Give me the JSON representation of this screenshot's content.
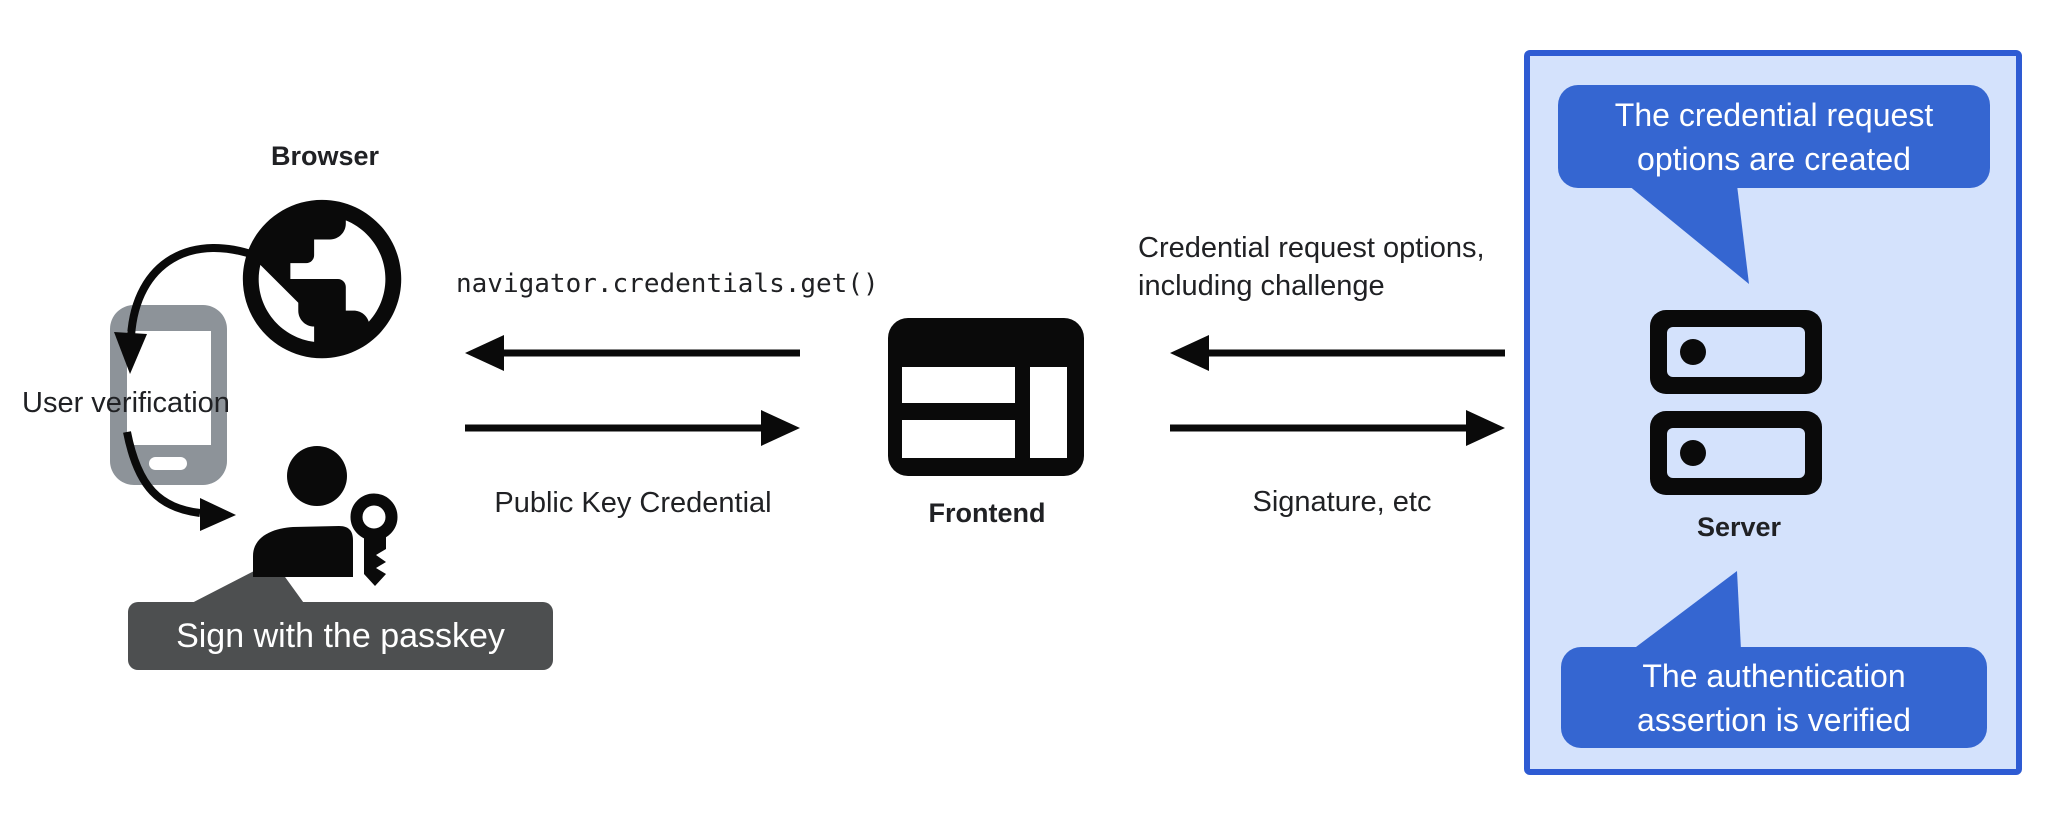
{
  "colors": {
    "background": "#ffffff",
    "ink": "#0a0a0a",
    "text": "#202124",
    "device_gray": "#8d9399",
    "dark_callout_bg": "#4d4f50",
    "dark_callout_text": "#ffffff",
    "panel_bg": "#d4e2fc",
    "panel_border": "#2e5bd3",
    "bubble_bg": "#3566d1",
    "bubble_text": "#ffffff"
  },
  "nodes": {
    "browser": {
      "label": "Browser",
      "icon": "globe-icon"
    },
    "authenticator": {
      "label": "User verification",
      "icon": "smartphone-icon"
    },
    "user": {
      "icon": "person-passkey-icon",
      "callout": "Sign with the passkey"
    },
    "frontend": {
      "label": "Frontend",
      "icon": "web-window-icon"
    },
    "server": {
      "label": "Server",
      "icon": "server-stack-icon"
    }
  },
  "messages": {
    "browser_call": "navigator.credentials.get()",
    "browser_return": "Public Key Credential",
    "server_request": "Credential request options,\nincluding challenge",
    "server_response": "Signature, etc"
  },
  "server_callouts": {
    "top": "The credential request\noptions are created",
    "bottom": "The authentication\nassertion is verified"
  }
}
